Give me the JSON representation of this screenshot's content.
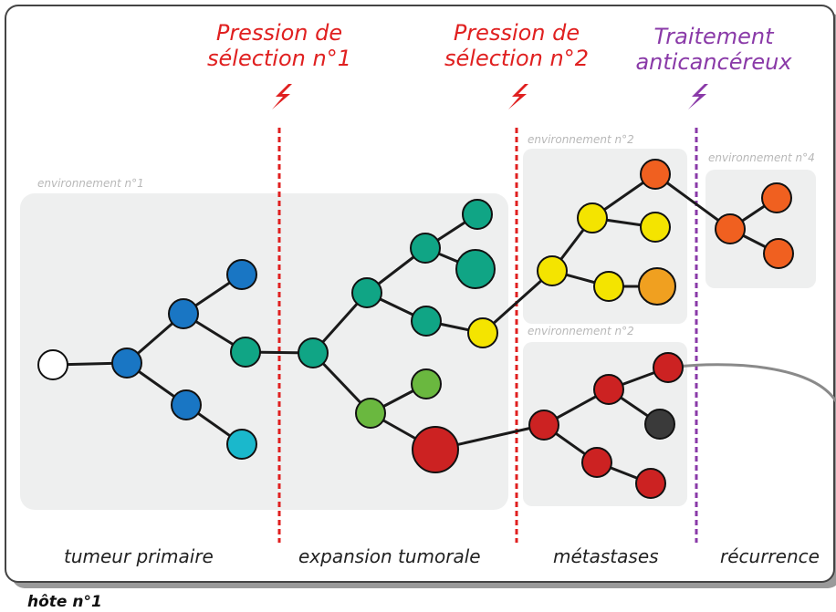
{
  "host": {
    "label": "hôte n°1"
  },
  "pressures": [
    {
      "line1": "Pression de",
      "line2": "sélection n°1",
      "color": "#e02020"
    },
    {
      "line1": "Pression de",
      "line2": "sélection n°2",
      "color": "#e02020"
    },
    {
      "line1": "Traitement",
      "line2": "anticancéreux",
      "color": "#8a3aa8"
    }
  ],
  "environments": [
    "environnement n°1",
    "environnement n°2",
    "environnement n°2",
    "environnement n°4"
  ],
  "phases": [
    "tumeur primaire",
    "expansion tumorale",
    "métastases",
    "récurrence"
  ],
  "colors": {
    "white": "#ffffff",
    "blue": "#1976c4",
    "cyan": "#1ab8cc",
    "teal": "#10a585",
    "green": "#6ab83f",
    "yellow": "#f4e400",
    "amber": "#f0a020",
    "orange": "#f06020",
    "red": "#cc2222",
    "dark": "#3a3a3a",
    "background_panel": "#eeefef"
  }
}
